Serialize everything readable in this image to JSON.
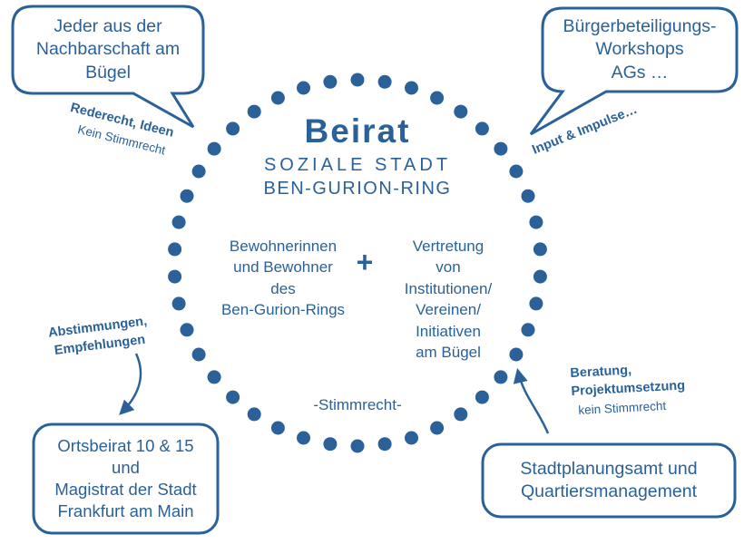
{
  "colors": {
    "accent_blue": "#2a6199",
    "background": "#ffffff"
  },
  "center": {
    "title": "Beirat",
    "subtitle_line1": "SOZIALE STADT",
    "subtitle_line2": "BEN-GURION-RING",
    "members_left": "Bewohnerinnen\nund Bewohner\ndes\nBen-Gurion-Rings",
    "plus_sign": "+",
    "members_right": "Vertretung\nvon\nInstitutionen/\nVereinen/\nInitiativen\nam Bügel",
    "voting_note": "-Stimmrecht-"
  },
  "bubbles": {
    "top_left": "Jeder aus der\nNachbarschaft am\nBügel",
    "top_right": "Bürgerbeteiligungs-\nWorkshops\nAGs …",
    "bottom_left": "Ortsbeirat 10 & 15\nund\nMagistrat der Stadt\nFrankfurt am Main",
    "bottom_right": "Stadtplanungsamt und\nQuartiersmanagement"
  },
  "connector_labels": {
    "top_left_bold": "Rederecht, Ideen",
    "top_left_regular": "Kein Stimmrecht",
    "top_right_bold": "Input & Impulse…",
    "left_bold": "Abstimmungen,\nEmpfehlungen",
    "right_bold": "Beratung,\nProjektumsetzung",
    "right_regular": "kein Stimmrecht"
  }
}
